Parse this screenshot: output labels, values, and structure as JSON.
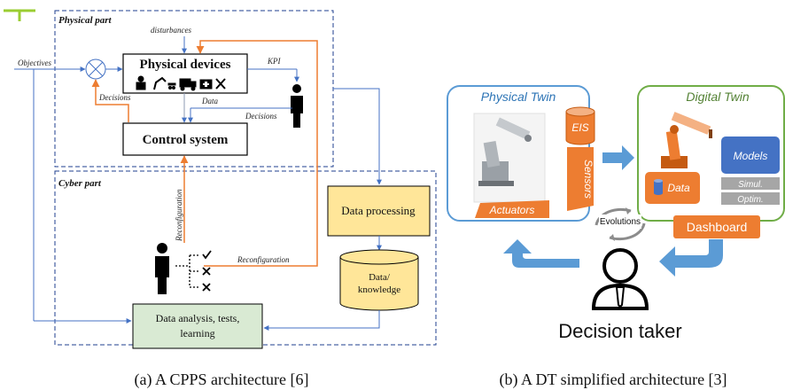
{
  "left": {
    "physical_part": "Physical part",
    "cyber_part": "Cyber part",
    "objectives": "Objectives",
    "disturbances": "disturbances",
    "physical_devices": "Physical devices",
    "kpi": "KPI",
    "decisions_left": "Decisions",
    "data": "Data",
    "decisions_right": "Decisions",
    "control_system": "Control system",
    "reconfiguration_vertical": "Reconfiguration",
    "reconfiguration_horizontal": "Reconfiguration",
    "data_processing": "Data processing",
    "data_knowledge_line1": "Data/",
    "data_knowledge_line2": "knowledge",
    "analysis_line1": "Data analysis, tests,",
    "analysis_line2": "learning",
    "caption": "(a) A CPPS architecture [6]"
  },
  "right": {
    "physical_twin": "Physical Twin",
    "digital_twin": "Digital Twin",
    "eis": "EIS",
    "sensors": "Sensors",
    "actuators": "Actuators",
    "data": "Data",
    "models": "Models",
    "simul": "Simul.",
    "optim": "Optim.",
    "evolutions": "Evolutions",
    "dashboard": "Dashboard",
    "decision_taker": "Decision taker",
    "caption": "(b) A DT simplified architecture [3]"
  },
  "colors": {
    "dashed_border": "#1f3f8f",
    "orange_arrow": "#ed7d31",
    "blue_arrow": "#4472c4",
    "gray_arrow": "#8e9bb3",
    "data_processing_fill": "#ffe699",
    "analysis_fill": "#d9ead3",
    "orange_box": "#ed7d31",
    "models_fill": "#4472c4",
    "gray_box": "#a6a6a6",
    "physical_twin_border": "#5b9bd5",
    "digital_twin_border": "#70ad47",
    "big_arrow": "#5b9bd5"
  }
}
